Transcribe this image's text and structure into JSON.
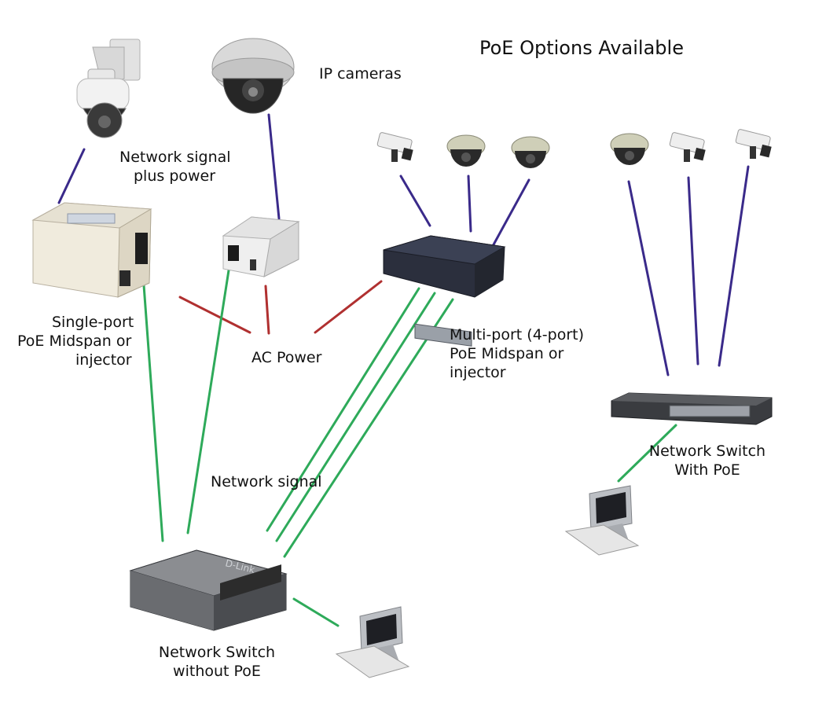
{
  "title": "PoE Options Available",
  "labels": {
    "ip_cameras": "IP cameras",
    "signal_plus_power_1": "Network signal",
    "signal_plus_power_2": "plus power",
    "single_port_1": "Single-port",
    "single_port_2": "PoE Midspan or",
    "single_port_3": "injector",
    "ac_power": "AC Power",
    "multi_port_1": "Multi-port (4-port)",
    "multi_port_2": "PoE Midspan or",
    "multi_port_3": "injector",
    "network_signal": "Network signal",
    "switch_no_poe_1": "Network Switch",
    "switch_no_poe_2": "without PoE",
    "switch_poe_1": "Network Switch",
    "switch_poe_2": "With PoE",
    "dlink_brand": "D-Link"
  },
  "colors": {
    "network_plus_power": "#3a2a8a",
    "ac_power": "#b03030",
    "network_signal": "#2eaa5a"
  },
  "icons": [
    "ptz-camera-icon",
    "dome-camera-icon",
    "box-camera-icon",
    "poe-injector-icon",
    "network-switch-icon",
    "desktop-computer-icon"
  ]
}
